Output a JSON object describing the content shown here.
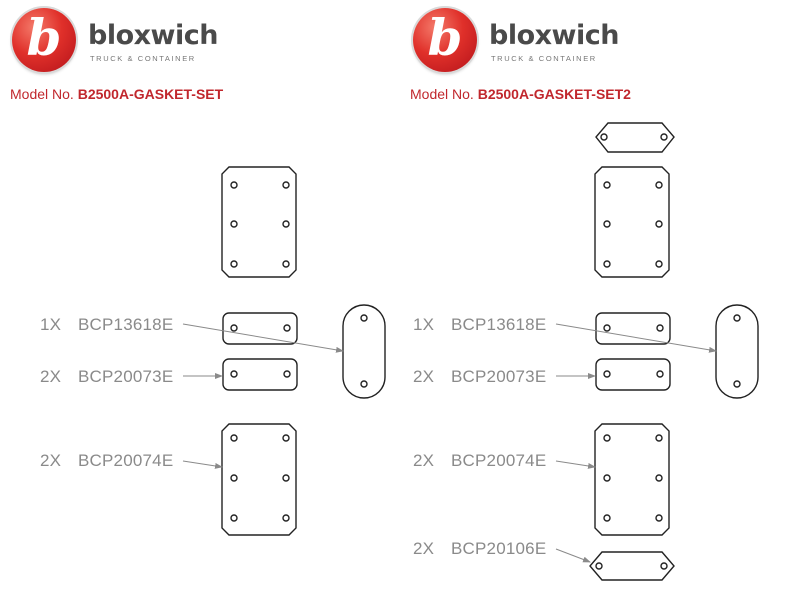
{
  "brand": {
    "name": "bloxwich",
    "tagline": "TRUCK & CONTAINER",
    "logo_letter": "b"
  },
  "panels": [
    {
      "model_prefix": "Model No.",
      "model_number": "B2500A-GASKET-SET",
      "items": [
        {
          "qty": "1X",
          "part": "BCP13618E"
        },
        {
          "qty": "2X",
          "part": "BCP20073E"
        },
        {
          "qty": "2X",
          "part": "BCP20074E"
        }
      ]
    },
    {
      "model_prefix": "Model No.",
      "model_number": "B2500A-GASKET-SET2",
      "items": [
        {
          "qty": "1X",
          "part": "BCP13618E"
        },
        {
          "qty": "2X",
          "part": "BCP20073E"
        },
        {
          "qty": "2X",
          "part": "BCP20074E"
        },
        {
          "qty": "2X",
          "part": "BCP20106E"
        }
      ]
    }
  ],
  "colors": {
    "brand_red": "#c1272d",
    "label_gray": "#8a8a8a",
    "outline": "#222222"
  }
}
